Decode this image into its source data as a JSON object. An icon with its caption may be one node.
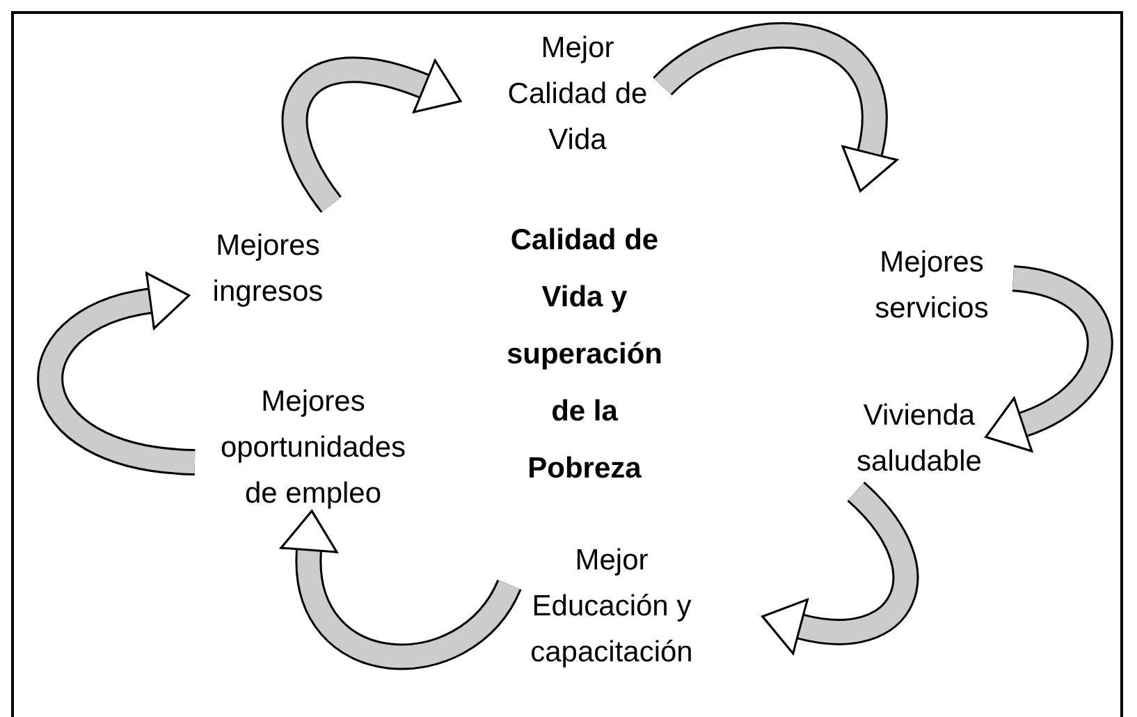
{
  "diagram": {
    "title": "Calidad de Vida y superación de la Pobreza",
    "nodes": [
      {
        "text": [
          "Mejor Calidad de Vida"
        ]
      },
      {
        "text": [
          "Mejores servicios"
        ]
      },
      {
        "text": [
          "Vivienda saludable"
        ]
      },
      {
        "text": [
          "Mejor Educación y capacitación"
        ]
      },
      {
        "text": [
          "Mejores oportunidades de empleo"
        ]
      },
      {
        "text": [
          "Mejores ingresos"
        ]
      }
    ],
    "edges": [
      {
        "from": 0,
        "to": 1,
        "arrow": "to"
      },
      {
        "from": 1,
        "to": 2,
        "arrow": "to"
      },
      {
        "from": 2,
        "to": 3,
        "arrow": "to"
      },
      {
        "from": 3,
        "to": 4,
        "arrow": "to"
      },
      {
        "from": 4,
        "to": 5,
        "arrow": "to"
      },
      {
        "from": 5,
        "to": 0,
        "arrow": "to"
      }
    ]
  }
}
